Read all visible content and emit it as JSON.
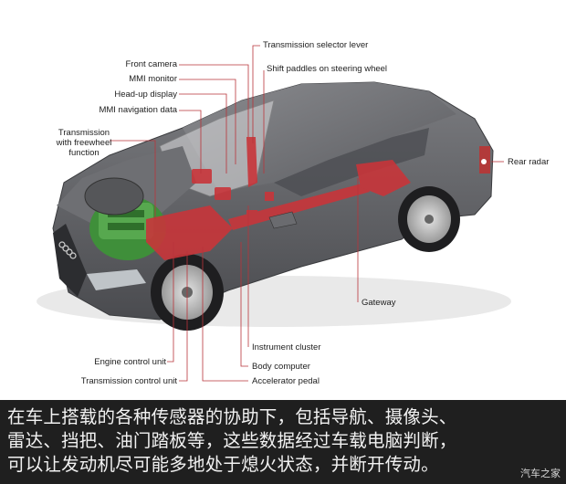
{
  "callouts": {
    "transmission_selector_lever": "Transmission selector lever",
    "front_camera": "Front camera",
    "shift_paddles": "Shift paddles on steering wheel",
    "mmi_monitor": "MMI monitor",
    "head_up_display": "Head-up display",
    "mmi_navigation_data": "MMI navigation data",
    "transmission_freewheel_1": "Transmission",
    "transmission_freewheel_2": "with freewheel",
    "transmission_freewheel_3": "function",
    "rear_radar": "Rear radar",
    "gateway": "Gateway",
    "instrument_cluster": "Instrument cluster",
    "engine_control_unit": "Engine control unit",
    "body_computer": "Body computer",
    "transmission_control_unit": "Transmission control unit",
    "accelerator_pedal": "Accelerator pedal"
  },
  "caption": {
    "line1": "在车上搭载的各种传感器的协助下，包括导航、摄像头、",
    "line2": "雷达、挡把、油门踏板等，这些数据经过车载电脑判断，",
    "line3": "可以让发动机尽可能多地处于熄火状态，并断开传动。"
  },
  "watermark": "汽车之家",
  "colors": {
    "car_body": "#5f6064",
    "highlight_red": "#c8353a",
    "engine_green": "#3f8f3a",
    "caption_bg": "#1f1f1f"
  }
}
